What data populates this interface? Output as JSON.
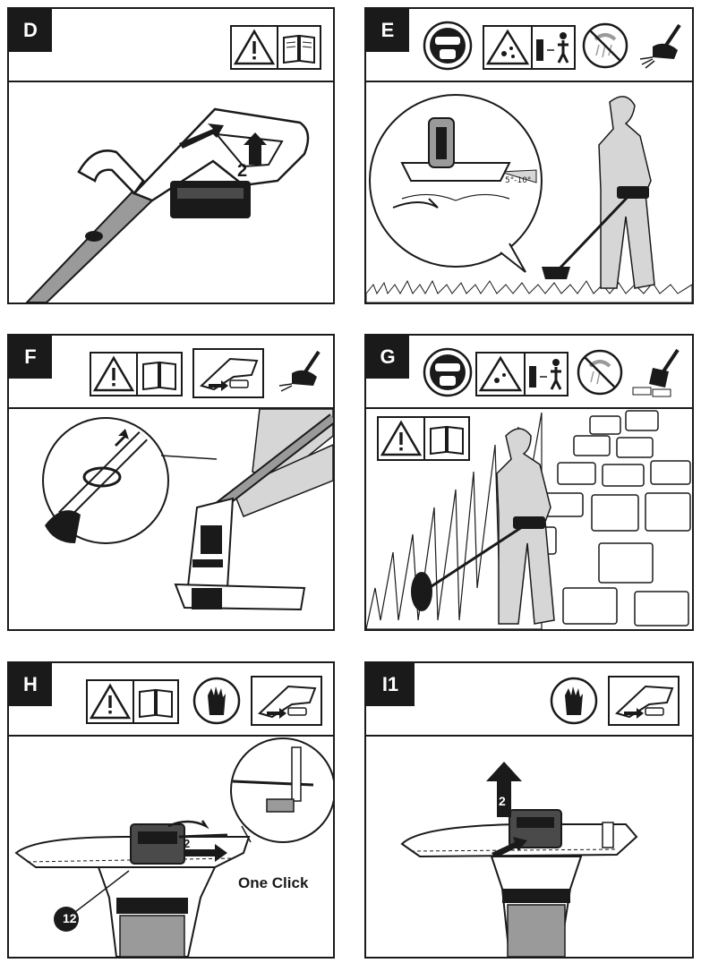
{
  "panels": {
    "d": {
      "label": "D",
      "step_number": "2"
    },
    "e": {
      "label": "E",
      "angle": "5°-10°"
    },
    "f": {
      "label": "F"
    },
    "g": {
      "label": "G"
    },
    "h": {
      "label": "H",
      "callout": "One Click",
      "part_number": "12",
      "step_number": "2"
    },
    "i1": {
      "label": "I1",
      "step_number": "2"
    }
  },
  "icons": {
    "warning": "warning-triangle-icon",
    "manual": "read-manual-icon",
    "eye_protection": "safety-goggles-icon",
    "debris": "flying-debris-icon",
    "keep_away": "bystander-distance-icon",
    "no_rain": "no-rain-icon",
    "trimmer": "trimmer-head-icon",
    "gloves": "gloves-icon",
    "battery_removal": "remove-battery-icon"
  },
  "colors": {
    "ink": "#1a1a1a",
    "mid_gray": "#9a9a9a",
    "light_gray": "#d6d6d6",
    "paper": "#ffffff"
  }
}
